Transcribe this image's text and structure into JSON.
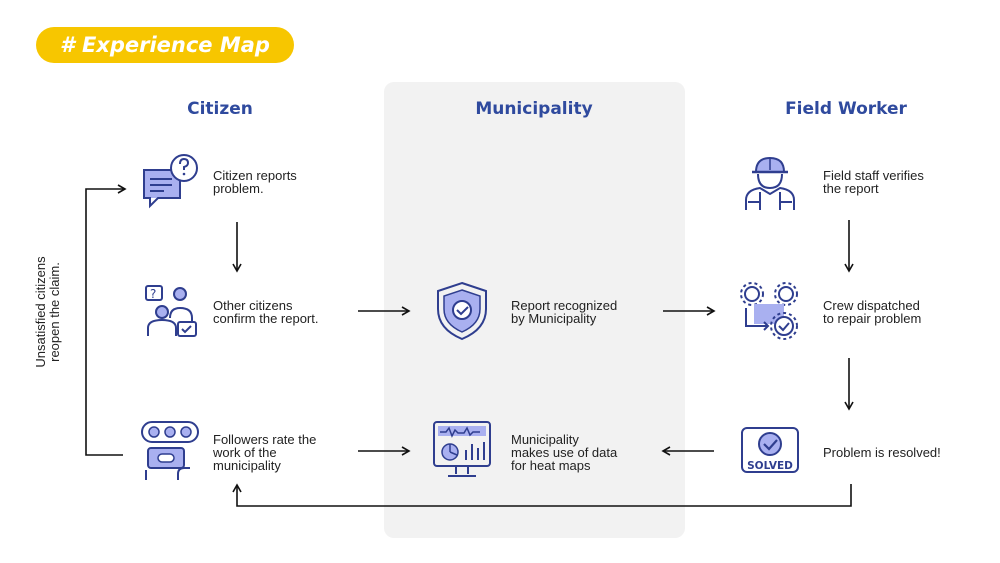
{
  "title": "# Experience Map",
  "columns": {
    "citizen": "Citizen",
    "municipality": "Municipality",
    "field_worker": "Field Worker"
  },
  "steps": {
    "citizen_report": "Citizen reports\nproblem.",
    "citizen_confirm": "Other citizens\nconfirm the report.",
    "citizen_rate": "Followers rate the\nwork of the\nmunicipality",
    "muni_recognized": "Report recognized\nby Municipality",
    "muni_data": "Municipality\nmakes use of data\nfor heat maps",
    "field_verify": "Field staff verifies\nthe report",
    "field_crew": "Crew dispatched\nto repair problem",
    "field_resolved": "Problem is resolved!"
  },
  "side_label": "Unsatisfied citizens\nreopen the claim.",
  "solved_stamp": "SOLVED",
  "colors": {
    "accent": "#f7c600",
    "heading": "#2f4a9e",
    "icon_stroke": "#2f3e8f",
    "icon_fill": "#a9b0f0",
    "panel": "#f2f2f2"
  },
  "icons": {
    "citizen_report": "speech-bubble-question-icon",
    "citizen_confirm": "people-discussion-icon",
    "citizen_rate": "rating-faces-icon",
    "muni_recognized": "shield-check-icon",
    "muni_data": "dashboard-monitor-icon",
    "field_verify": "worker-helmet-icon",
    "field_crew": "gears-check-icon",
    "field_resolved": "solved-stamp-icon"
  }
}
